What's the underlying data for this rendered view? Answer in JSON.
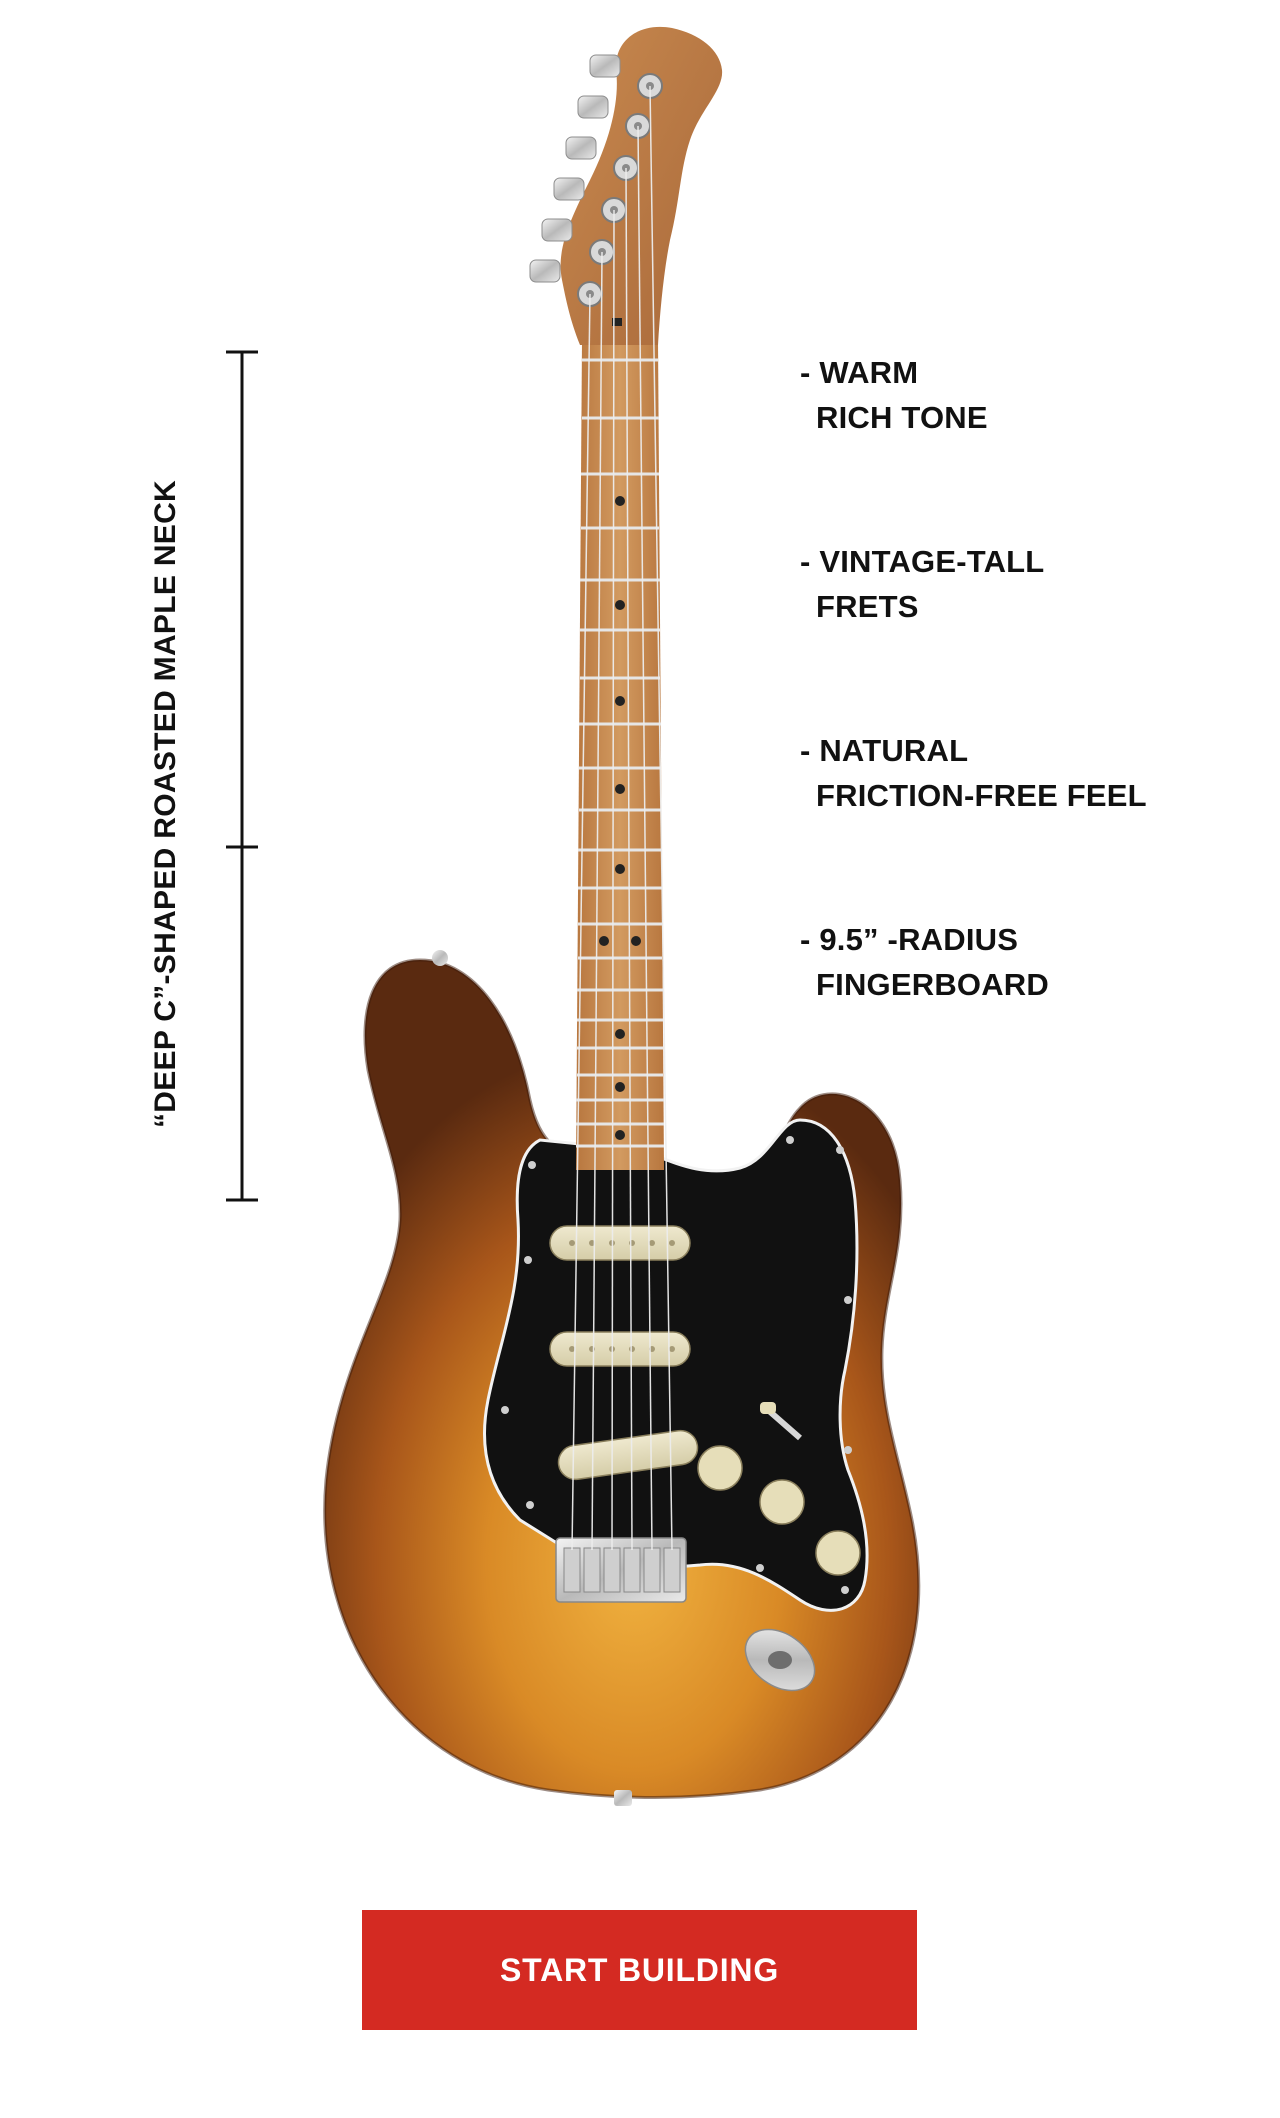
{
  "neck_label": "“DEEP C”-SHAPED ROASTED MAPLE NECK",
  "features": [
    {
      "line1": "- WARM",
      "line2": "RICH TONE"
    },
    {
      "line1": "- VINTAGE-TALL",
      "line2": "FRETS"
    },
    {
      "line1": "- NATURAL",
      "line2": "FRICTION-FREE FEEL"
    },
    {
      "line1": "- 9.5” -RADIUS",
      "line2": "FINGERBOARD"
    }
  ],
  "cta": {
    "label": "START BUILDING"
  },
  "colors": {
    "cta_bg": "#d42a22",
    "text": "#111111",
    "body_sunburst_dark": "#5a2a10",
    "body_sunburst_light": "#e6a23a",
    "neck_roasted": "#c88a52",
    "pickguard": "#111111"
  }
}
